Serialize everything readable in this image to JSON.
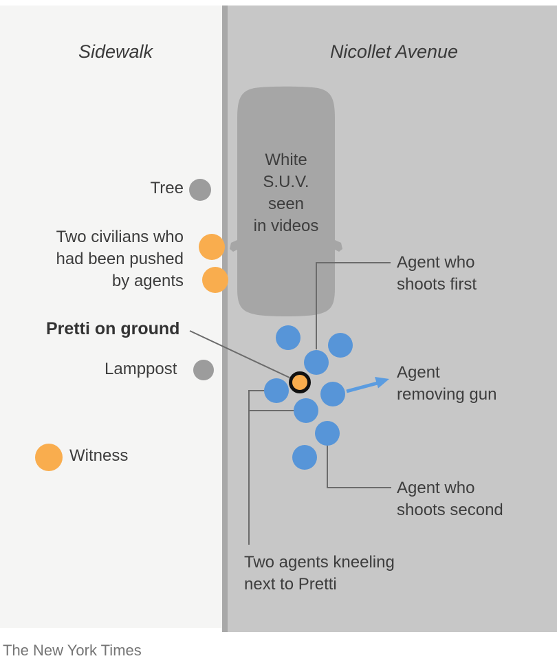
{
  "header": {
    "sidewalk_label": "Sidewalk",
    "road_label": "Nicollet Avenue"
  },
  "suv": {
    "label": "White\nS.U.V.\nseen\nin videos"
  },
  "annotations": {
    "tree": "Tree",
    "civilians": "Two civilians who\nhad been pushed\nby agents",
    "pretti": "Pretti on ground",
    "lamppost": "Lamppost",
    "witness": "Witness",
    "agent_shoots_first": "Agent who\nshoots first",
    "agent_removing_gun": "Agent\nremoving gun",
    "agent_shoots_second": "Agent who\nshoots second",
    "kneeling_agents": "Two agents kneeling\nnext to Pretti"
  },
  "attribution": "The New York Times",
  "colors": {
    "agent_blue": "#5795d8",
    "arrow_blue": "#5b9ce0",
    "civilian_orange": "#f9ad4e",
    "object_gray": "#9c9c9c",
    "pretti_ring": "#111111",
    "suv_gray": "#a6a6a6",
    "connector_gray": "#6b6b6b"
  }
}
